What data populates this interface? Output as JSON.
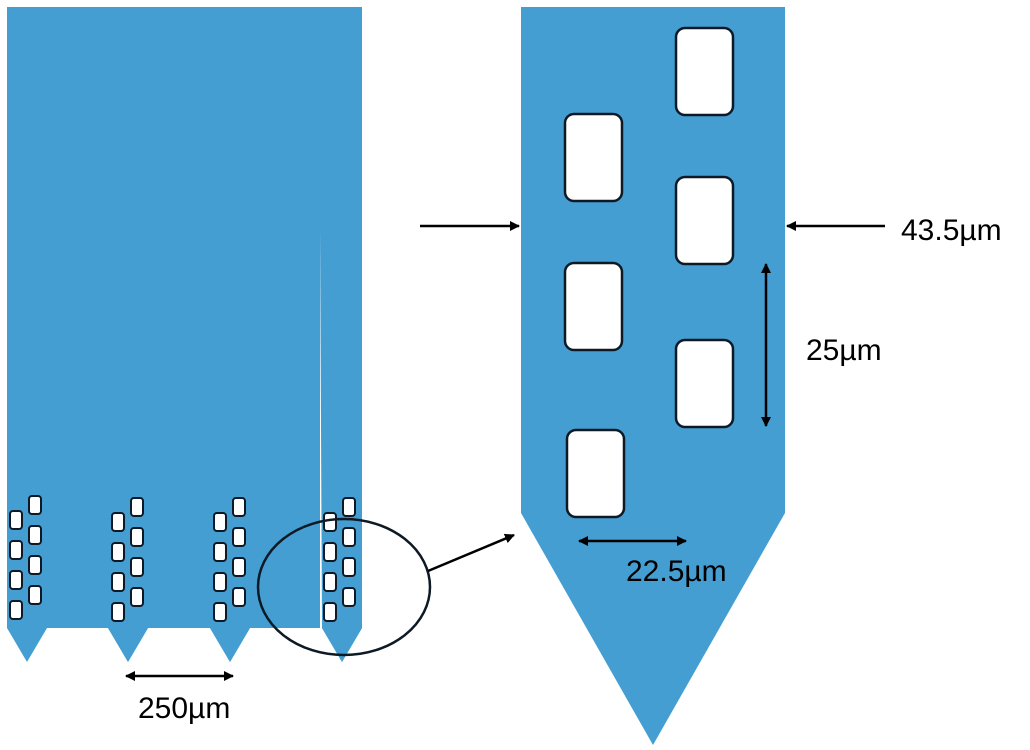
{
  "colors": {
    "probe_fill": "#459ed2",
    "electrode_fill": "#ffffff",
    "outline": "#0d1a26",
    "arrow": "#000000"
  },
  "labels": {
    "shank_pitch": "250µm",
    "shank_width": "43.5µm",
    "electrode_pitch": "25µm",
    "electrode_spacing": "22.5µm"
  }
}
